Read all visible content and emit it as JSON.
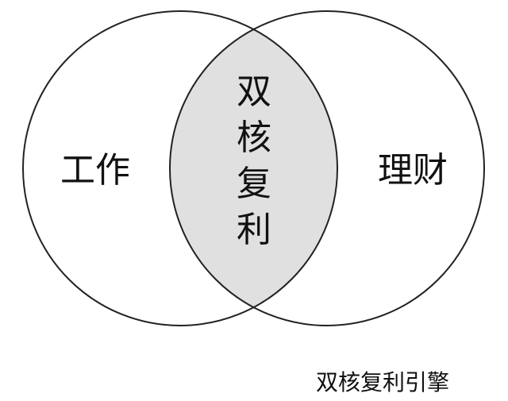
{
  "diagram": {
    "left_label": "工作",
    "right_label": "理财",
    "center_label_chars": [
      "双",
      "核",
      "复",
      "利"
    ],
    "caption": "双核复利引擎"
  },
  "colors": {
    "background": "#ffffff",
    "stroke": "#222222",
    "overlap_fill": "#e0e0e0",
    "text": "#111111"
  }
}
